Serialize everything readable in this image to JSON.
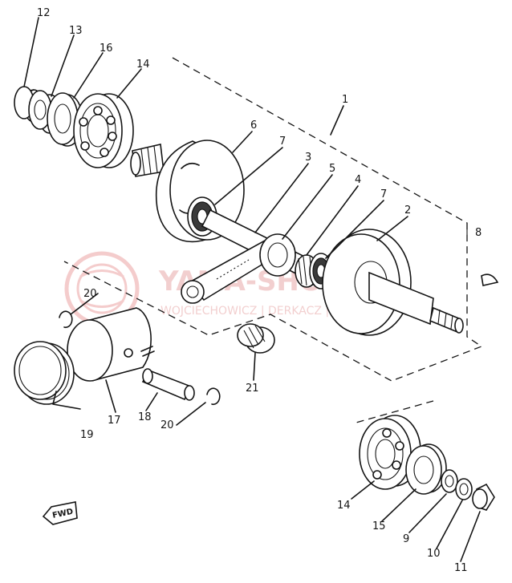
{
  "diagram": {
    "part_numbers": {
      "p1": "1",
      "p2": "2",
      "p3": "3",
      "p4": "4",
      "p5": "5",
      "p6": "6",
      "p7a": "7",
      "p7b": "7",
      "p8": "8",
      "p9": "9",
      "p10": "10",
      "p11": "11",
      "p12": "12",
      "p13": "13",
      "p14a": "14",
      "p14b": "14",
      "p15": "15",
      "p16": "16",
      "p17": "17",
      "p18": "18",
      "p19": "19",
      "p20a": "20",
      "p20b": "20",
      "p21": "21"
    },
    "direction_marker": "FWD",
    "watermark": {
      "brand": "YAMA-SHOP.PL",
      "tagline": "WOJCIECHOWICZ | DERKACZ | SMAK"
    }
  }
}
